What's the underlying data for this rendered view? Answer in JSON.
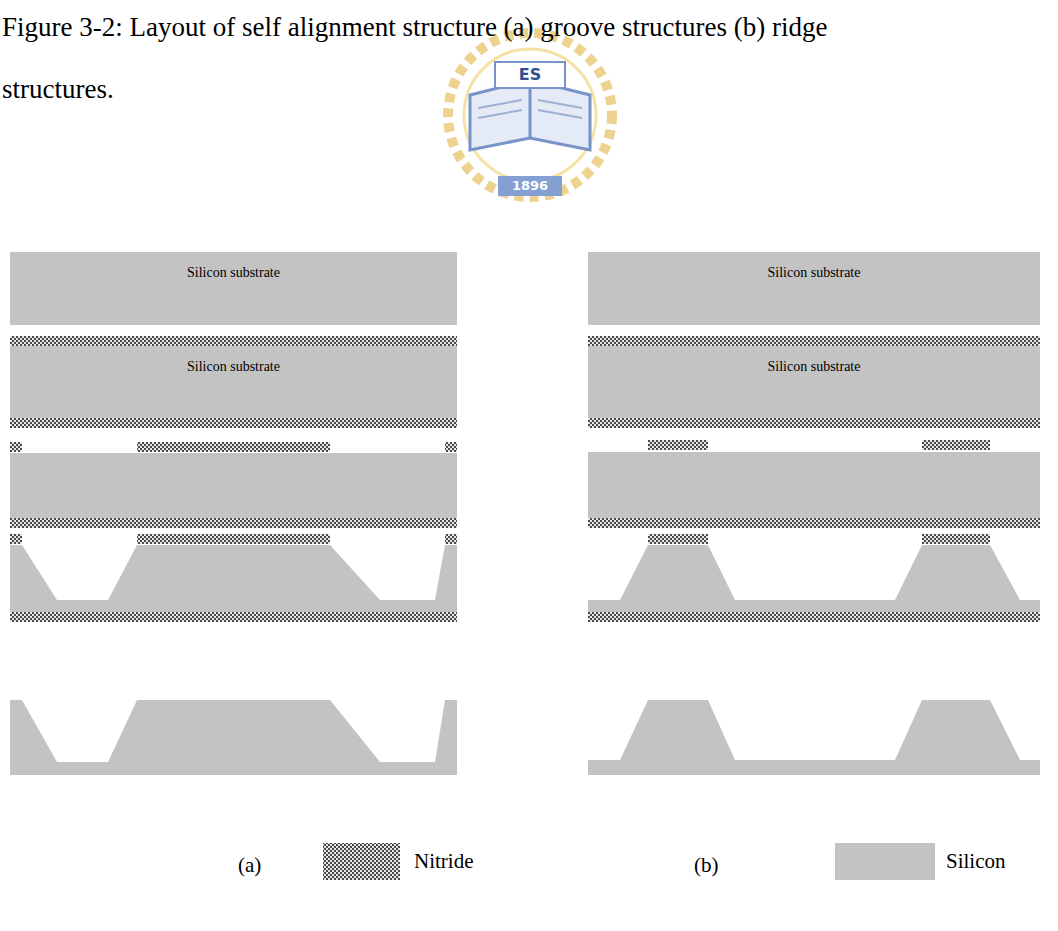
{
  "diagram": {
    "caption": "Figure 3-2: Layout of self alignment structure (a) groove structures (b) ridge structures.",
    "nodes": [
      {
        "text": [
          "Silicon substrate"
        ]
      },
      {
        "text": [
          "Silicon substrate"
        ]
      },
      {
        "text": [
          "Silicon substrate"
        ]
      },
      {
        "text": [
          "Silicon substrate"
        ]
      }
    ],
    "edges": [],
    "labels": [
      "ES",
      "1896",
      "(a)",
      "(b)"
    ],
    "legend": [
      {
        "text": "Nitride"
      },
      {
        "text": "Silicon",
        "color": "#c3c3c3"
      }
    ]
  }
}
